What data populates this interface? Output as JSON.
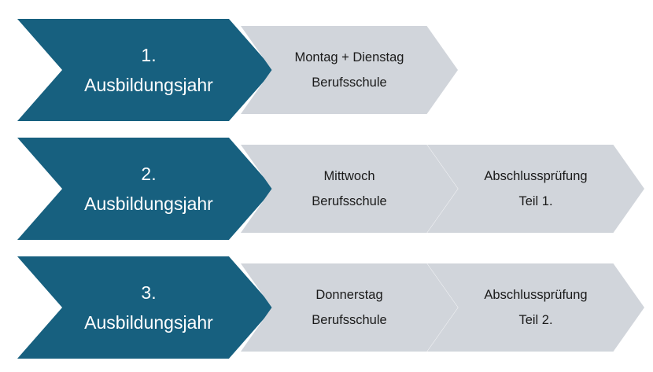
{
  "rows": [
    {
      "year_number": "1.",
      "year_label": "Ausbildungsjahr",
      "steps": [
        {
          "line1": "Montag + Dienstag",
          "line2": "Berufsschule"
        }
      ]
    },
    {
      "year_number": "2.",
      "year_label": "Ausbildungsjahr",
      "steps": [
        {
          "line1": "Mittwoch",
          "line2": "Berufsschule"
        },
        {
          "line1": "Abschlussprüfung",
          "line2": "Teil 1."
        }
      ]
    },
    {
      "year_number": "3.",
      "year_label": "Ausbildungsjahr",
      "steps": [
        {
          "line1": "Donnerstag",
          "line2": "Berufsschule"
        },
        {
          "line1": "Abschlussprüfung",
          "line2": "Teil 2."
        }
      ]
    }
  ],
  "colors": {
    "primary": "#17607f",
    "secondary": "#d1d5db",
    "primary_text": "#ffffff",
    "secondary_text": "#1a1a1a"
  }
}
